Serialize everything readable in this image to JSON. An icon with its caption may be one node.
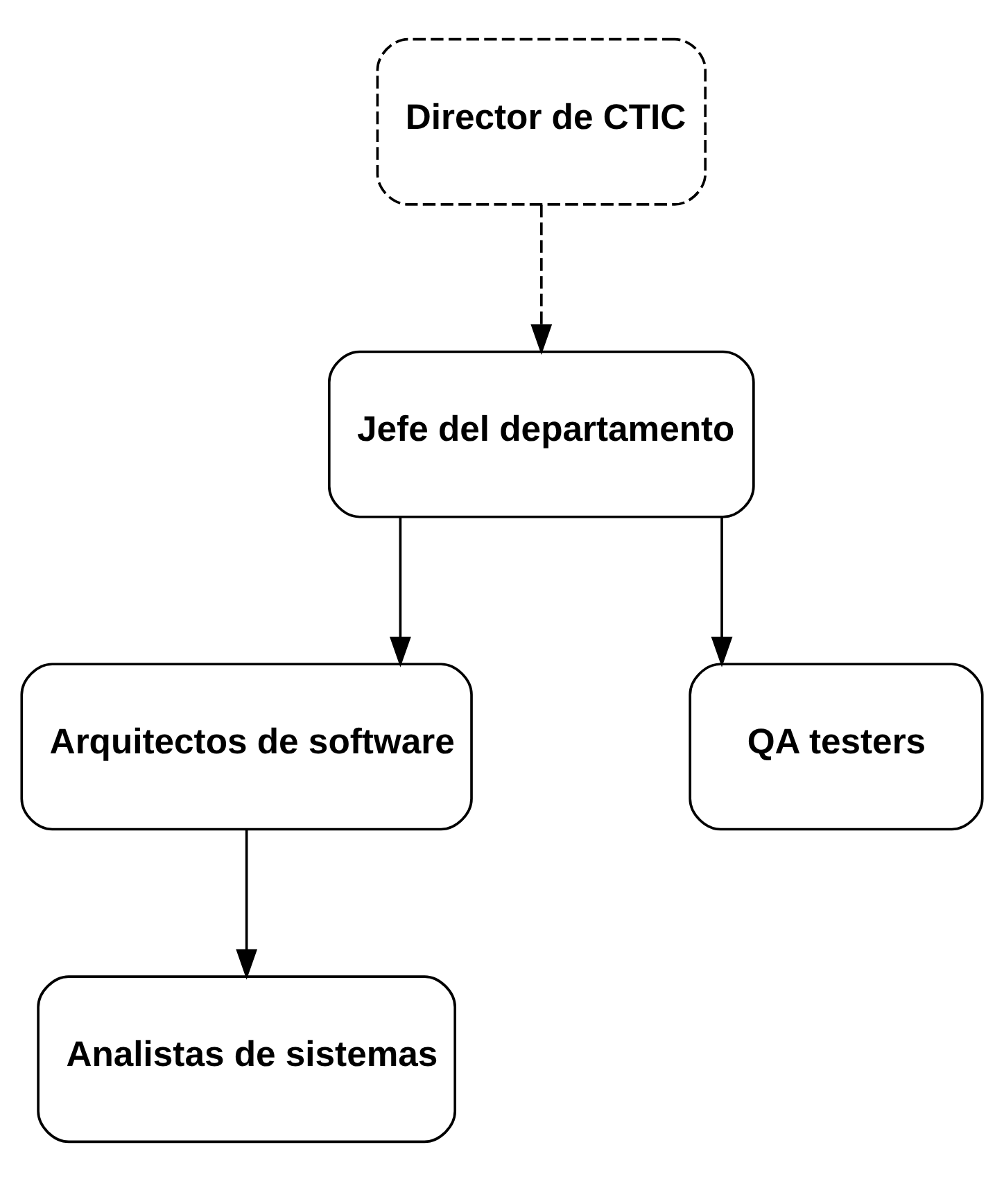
{
  "diagram": {
    "nodes": [
      {
        "text": [
          "Director de CTIC"
        ]
      },
      {
        "text": [
          "Jefe del departamento"
        ]
      },
      {
        "text": [
          "Arquitectos de software"
        ]
      },
      {
        "text": [
          "QA testers"
        ]
      },
      {
        "text": [
          "Analistas de sistemas"
        ]
      }
    ],
    "edges": [
      {
        "from": 0,
        "to": 1,
        "arrow": "to",
        "style": "dashed"
      },
      {
        "from": 1,
        "to": 2,
        "arrow": "to"
      },
      {
        "from": 1,
        "to": 3,
        "arrow": "to"
      },
      {
        "from": 2,
        "to": 4,
        "arrow": "to"
      }
    ]
  }
}
